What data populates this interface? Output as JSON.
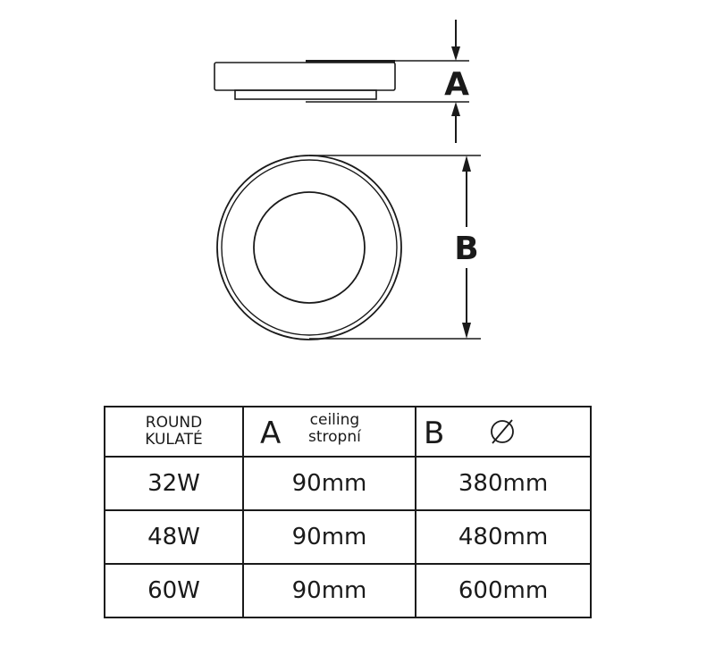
{
  "dimension_labels": {
    "a": "A",
    "b": "B"
  },
  "table": {
    "header": {
      "type_line1": "ROUND",
      "type_line2": "KULATÉ",
      "a_letter": "A",
      "a_line1": "ceiling",
      "a_line2": "stropní",
      "b_letter": "B"
    },
    "rows": [
      {
        "power": "32W",
        "a": "90mm",
        "b": "380mm"
      },
      {
        "power": "48W",
        "a": "90mm",
        "b": "480mm"
      },
      {
        "power": "60W",
        "a": "90mm",
        "b": "600mm"
      }
    ]
  },
  "icons": {
    "diameter": "diameter-icon"
  },
  "colors": {
    "line": "#1a1a1a",
    "background": "#ffffff"
  }
}
